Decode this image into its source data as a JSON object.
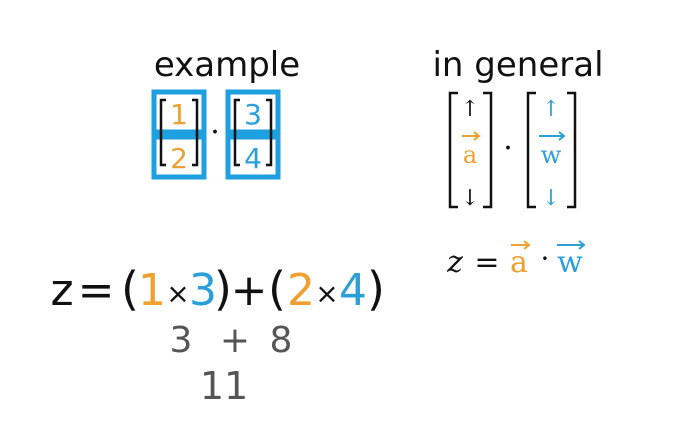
{
  "colors": {
    "ink": "#111111",
    "orange": "#F0A030",
    "blue": "#2A9FD8",
    "gray": "#555555",
    "box": "#1E9FE0"
  },
  "example": {
    "title": "example",
    "vector_a": [
      "1",
      "2"
    ],
    "vector_b": [
      "3",
      "4"
    ],
    "dot": "·"
  },
  "general": {
    "title": "in general",
    "vec_a": "a",
    "vec_w": "w",
    "dot": "·",
    "up_arrow": "↑",
    "down_arrow": "↓",
    "equation": {
      "lhs": "z",
      "equals": "=",
      "a": "a",
      "dot": "·",
      "w": "w"
    }
  },
  "work": {
    "z": "z",
    "equals": "=",
    "open1": "(",
    "a1": "1",
    "times1": "×",
    "b1": "3",
    "close1": ")",
    "plus": "+",
    "open2": "(",
    "a2": "2",
    "times2": "×",
    "b2": "4",
    "close2": ")",
    "step2_left": "3",
    "step2_plus": "+",
    "step2_right": "8",
    "result": "11"
  }
}
